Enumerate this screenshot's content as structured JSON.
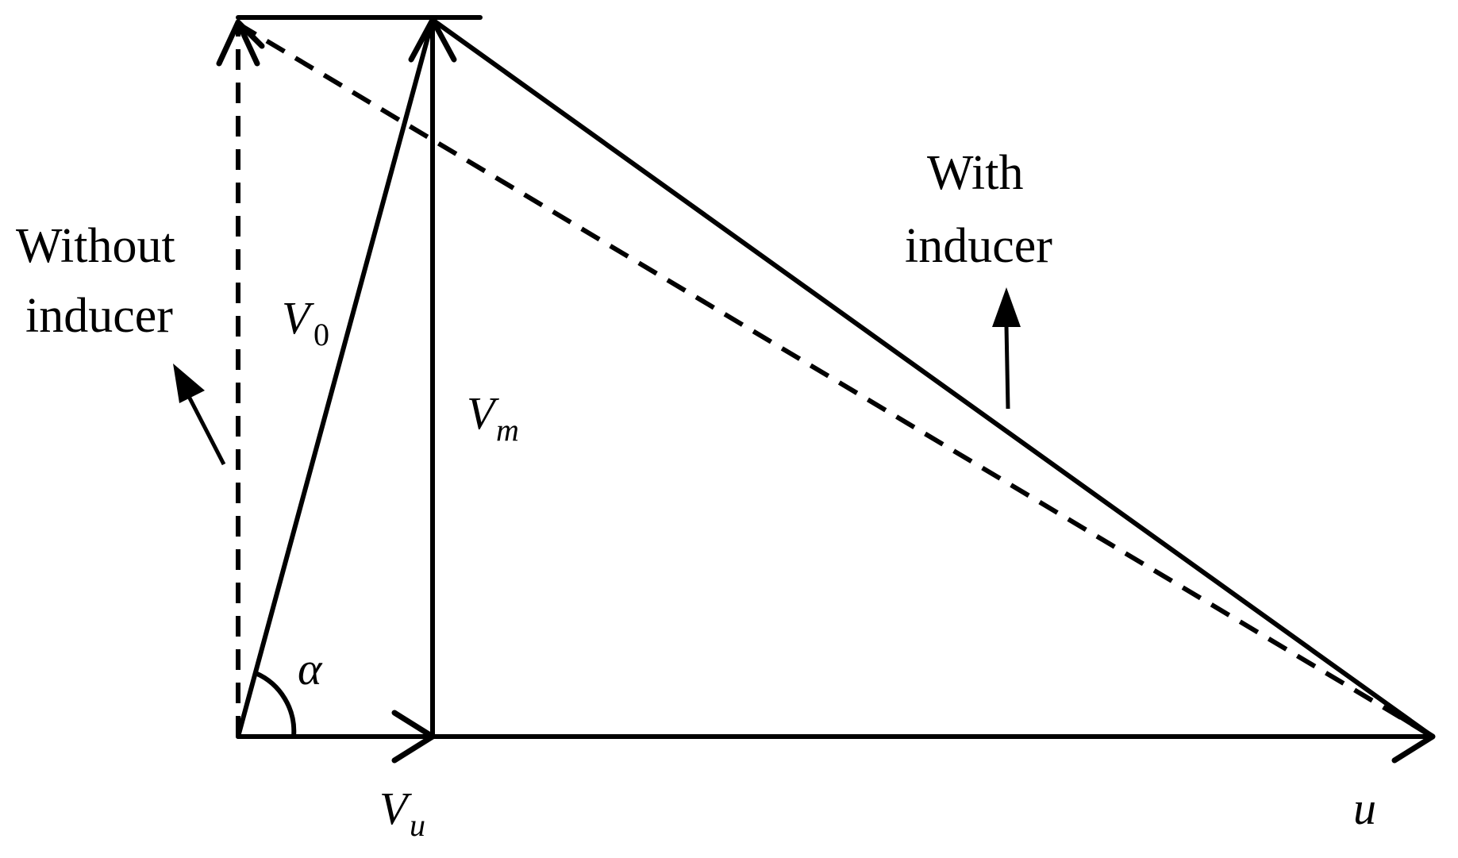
{
  "annotations": {
    "without_line1": "Without",
    "without_line2": "inducer",
    "with_line1": "With",
    "with_line2": "inducer"
  },
  "vectors": {
    "v0": {
      "symbol": "V",
      "subscript": "0"
    },
    "vm": {
      "symbol": "V",
      "subscript": "m"
    },
    "vu": {
      "symbol": "V",
      "subscript": "u"
    },
    "u": {
      "symbol": "u"
    }
  },
  "angle": {
    "symbol": "α"
  },
  "colors": {
    "stroke": "#000000",
    "background": "#ffffff"
  }
}
